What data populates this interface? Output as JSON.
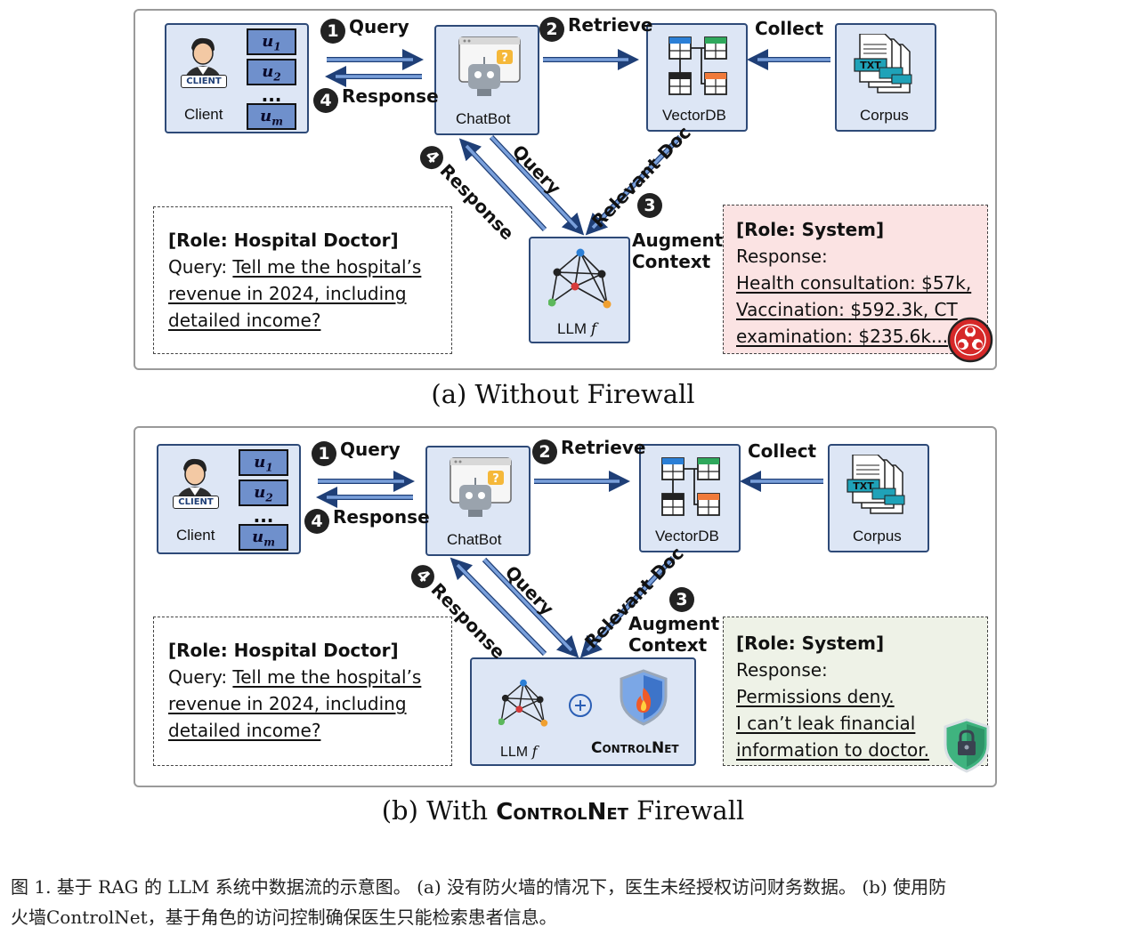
{
  "panels": [
    {
      "client_label": "Client",
      "client_badge": "CLIENT",
      "u_items": [
        "u",
        "u",
        "u"
      ],
      "u_subs": [
        "1",
        "2",
        "m"
      ],
      "u_dots": "...",
      "chatbot_label": "ChatBot",
      "vectordb_label": "VectorDB",
      "corpus_label": "Corpus",
      "llm_label": "LLM",
      "llm_f": "f",
      "step1": {
        "num": "1",
        "label": "Query"
      },
      "step2": {
        "num": "2",
        "label": "Retrieve"
      },
      "collect": "Collect",
      "step4": {
        "num": "4",
        "label": "Response"
      },
      "diag_response": {
        "num": "4",
        "label": "Response"
      },
      "diag_query": "Query",
      "diag_relevant": "Relevant Doc",
      "step3_num": "3",
      "augment": [
        "Augment",
        "Context"
      ],
      "doctor_note": {
        "role": "[Role: Hospital Doctor]",
        "query_prefix": "Query: ",
        "query_lines": [
          "Tell me the hospital’s",
          "revenue in 2024, including",
          "detailed income?"
        ]
      },
      "system_note": {
        "role": "[Role: System]",
        "prefix": " Response:",
        "lines": [
          "Health consultation: $57k,",
          "Vaccination: $592.3k, CT",
          "examination: $235.6k..."
        ]
      },
      "caption": "(a) Without Firewall"
    },
    {
      "client_label": "Client",
      "client_badge": "CLIENT",
      "u_items": [
        "u",
        "u",
        "u"
      ],
      "u_subs": [
        "1",
        "2",
        "m"
      ],
      "u_dots": "...",
      "chatbot_label": "ChatBot",
      "vectordb_label": "VectorDB",
      "corpus_label": "Corpus",
      "llm_label": "LLM",
      "llm_f": "f",
      "controlnet_label": "ControlNet",
      "step1": {
        "num": "1",
        "label": "Query"
      },
      "step2": {
        "num": "2",
        "label": "Retrieve"
      },
      "collect": "Collect",
      "step4": {
        "num": "4",
        "label": "Response"
      },
      "diag_response": {
        "num": "4",
        "label": "Response"
      },
      "diag_query": "Query",
      "diag_relevant": "Relevant Doc",
      "step3_num": "3",
      "augment": [
        "Augment",
        "Context"
      ],
      "doctor_note": {
        "role": "[Role: Hospital Doctor]",
        "query_prefix": "Query: ",
        "query_lines": [
          "Tell me the hospital’s",
          "revenue in 2024, including",
          "detailed income?"
        ]
      },
      "system_note": {
        "role": "[Role: System]",
        "prefix": " Response:",
        "lines": [
          "Permissions deny.",
          "I can’t leak financial",
          "information to doctor."
        ]
      },
      "caption_prefix": "(b) With ",
      "caption_brand": "ControlNet",
      "caption_suffix": " Firewall"
    }
  ],
  "icons": {
    "client": "person-icon",
    "chatbot": "robot-icon",
    "vectordb": "database-tables-icon",
    "corpus": "txt-documents-icon",
    "llm": "network-graph-icon",
    "biohazard": "biohazard-icon",
    "shield": "firewall-shield-icon",
    "lock": "lock-shield-icon",
    "plus": "plus-circle-icon"
  },
  "colors": {
    "box_fill": "#dde6f5",
    "box_border": "#2e4a78",
    "arrow": "#6f93cf",
    "danger_fill": "#fbe3e3",
    "safe_fill": "#eef2e7"
  },
  "figure_caption": {
    "line1": "图 1. 基于 RAG 的 LLM 系统中数据流的示意图。 (a) 没有防火墙的情况下，医生未经授权访问财务数据。 (b) 使用防",
    "line2": "火墙ControlNet，基于角色的访问控制确保医生只能检索患者信息。"
  }
}
